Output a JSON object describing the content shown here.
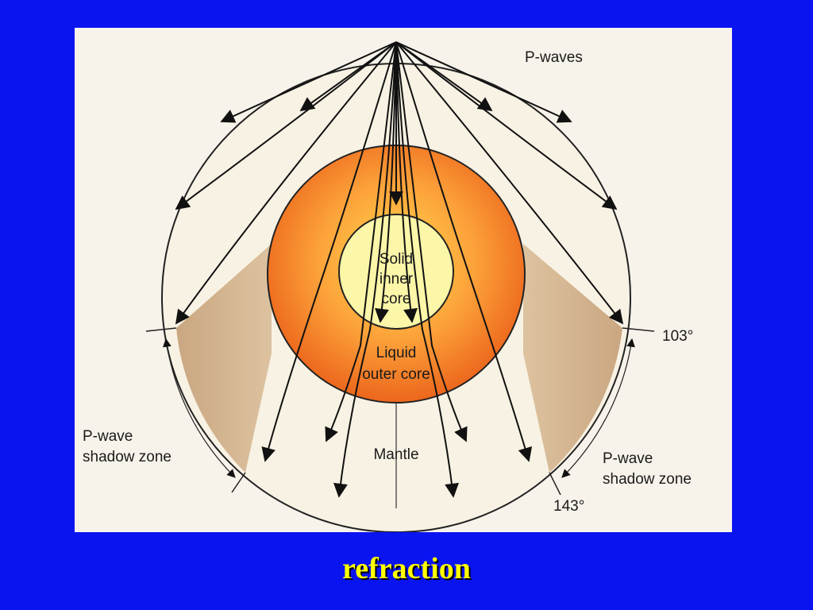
{
  "slide": {
    "title": "refraction",
    "background_color": "#0a14f0",
    "title_color": "#ffff00"
  },
  "figure": {
    "labels": {
      "p_waves": "P-waves",
      "inner_core": [
        "Solid",
        "inner",
        "core"
      ],
      "outer_core": [
        "Liquid",
        "outer core"
      ],
      "mantle": "Mantle",
      "shadow_zone_left": [
        "P-wave",
        "shadow zone"
      ],
      "shadow_zone_right": [
        "P-wave",
        "shadow zone"
      ],
      "angle_103": "103°",
      "angle_143": "143°"
    },
    "colors": {
      "mantle": "#f8f2e4",
      "shadow_zone": "#c9a882",
      "outer_core_center": "#ffd44a",
      "outer_core_edge": "#ee6a1c",
      "inner_core": "#fbf6a8",
      "ray": "#111111"
    }
  }
}
